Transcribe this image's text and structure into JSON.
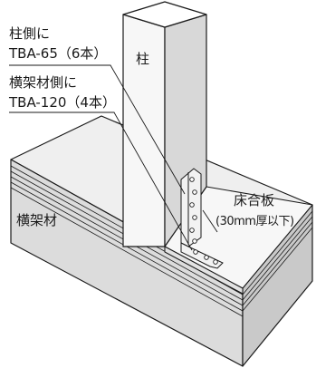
{
  "labels": {
    "column_side_line1": "柱側に",
    "column_side_line2": "TBA-65（6本）",
    "beam_side_line1": "横架材側に",
    "beam_side_line2": "TBA-120（4本）",
    "column": "柱",
    "beam": "横架材",
    "floorboard": "床合板",
    "floorboard_note": "(30mm厚以下)"
  },
  "colors": {
    "stroke": "#1a1a1a",
    "column_front": "#f7f7f7",
    "column_side": "#d8d8d8",
    "beam_front": "#dcdcdc",
    "beam_top": "#efefef",
    "floor": "#f2f2f2",
    "hardware": "#f2f2f2"
  }
}
